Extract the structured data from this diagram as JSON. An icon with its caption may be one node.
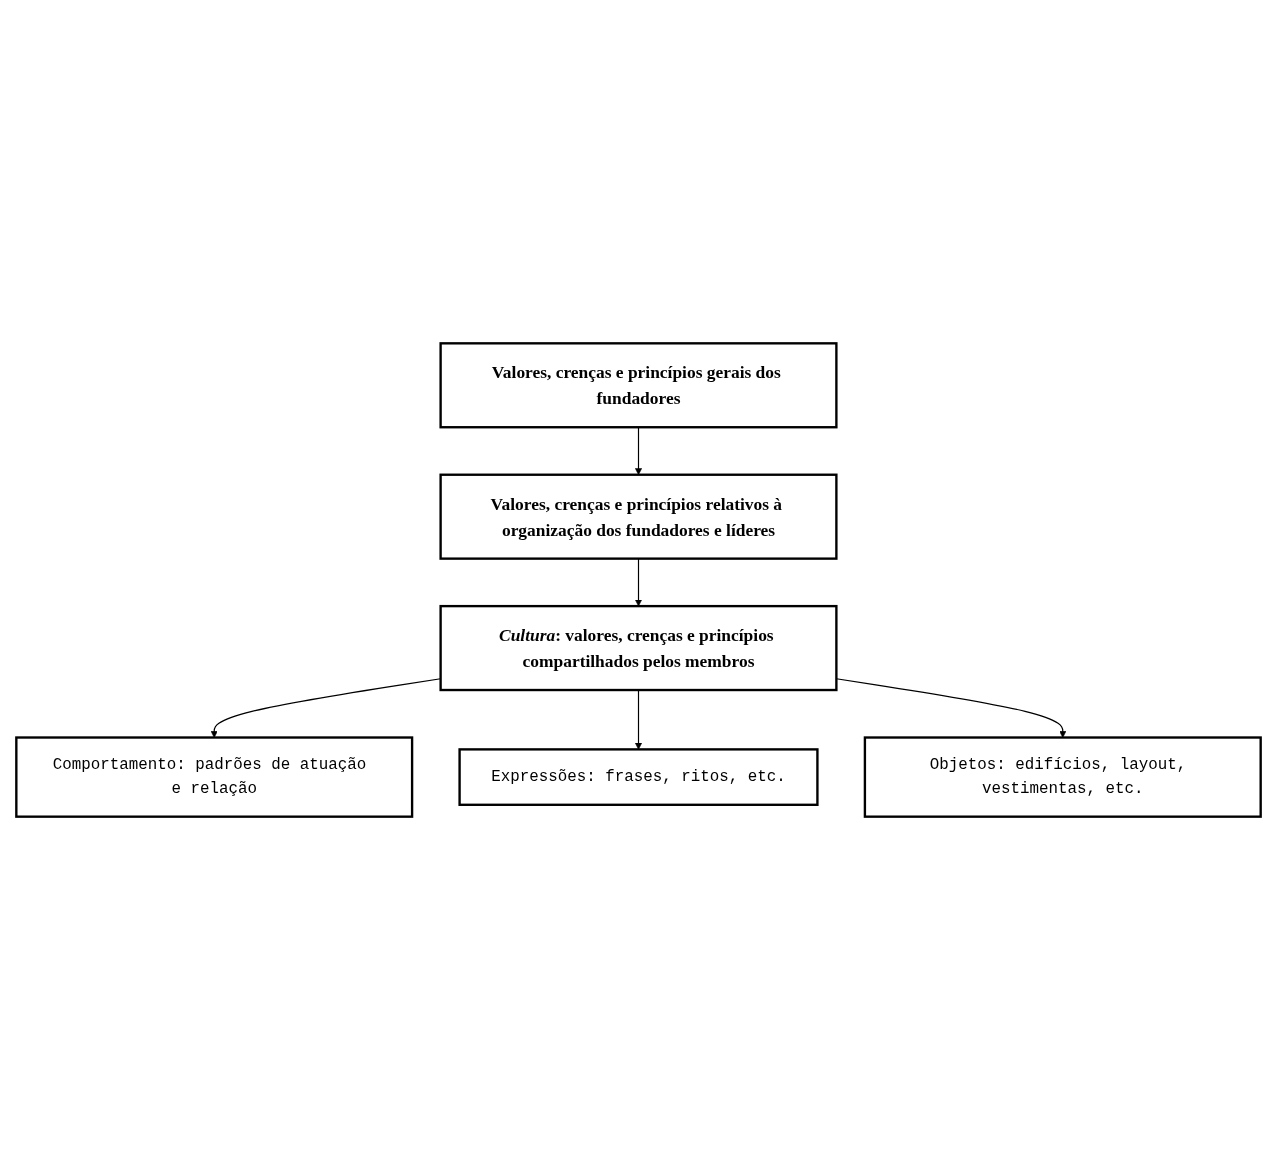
{
  "diagram": {
    "nodes": [
      {
        "text": [
          "Valores, crenças e princípios gerais dos fundadores"
        ]
      },
      {
        "text": [
          "Valores, crenças e princípios relativos à organização dos fundadores e líderes"
        ]
      },
      {
        "text": [
          "*Cultura*: valores, crenças e princípios compartilhados pelos membros"
        ]
      },
      {
        "text": [
          "Comportamento: padrões de atuação e relação"
        ]
      },
      {
        "text": [
          "Expressões: frases, ritos, etc."
        ]
      },
      {
        "text": [
          "Objetos: edifícios, layout, vestimentas, etc."
        ]
      }
    ],
    "edges": [
      {
        "from": 0,
        "to": 1,
        "arrow": "to"
      },
      {
        "from": 1,
        "to": 2,
        "arrow": "to"
      },
      {
        "from": 2,
        "to": 3,
        "arrow": "to"
      },
      {
        "from": 2,
        "to": 4,
        "arrow": "to"
      },
      {
        "from": 2,
        "to": 5,
        "arrow": "to"
      }
    ]
  }
}
